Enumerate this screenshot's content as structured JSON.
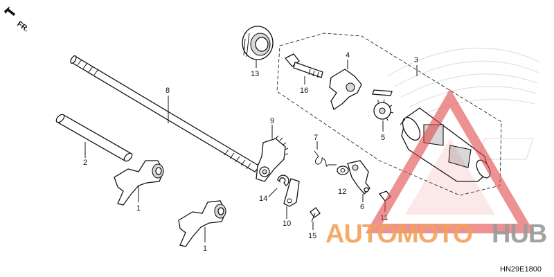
{
  "direction_label": "FR.",
  "diagram_code": "HN29E1800",
  "watermark": {
    "brand_part1": "AUTOMOTO",
    "brand_part2": "HUB",
    "color_primary": "#f2a25a",
    "color_secondary": "#9a9a9a",
    "triangle_color": "#e04a4a"
  },
  "callouts": [
    "1",
    "1",
    "2",
    "3",
    "4",
    "5",
    "6",
    "7",
    "8",
    "9",
    "10",
    "11",
    "12",
    "13",
    "14",
    "15",
    "16"
  ]
}
